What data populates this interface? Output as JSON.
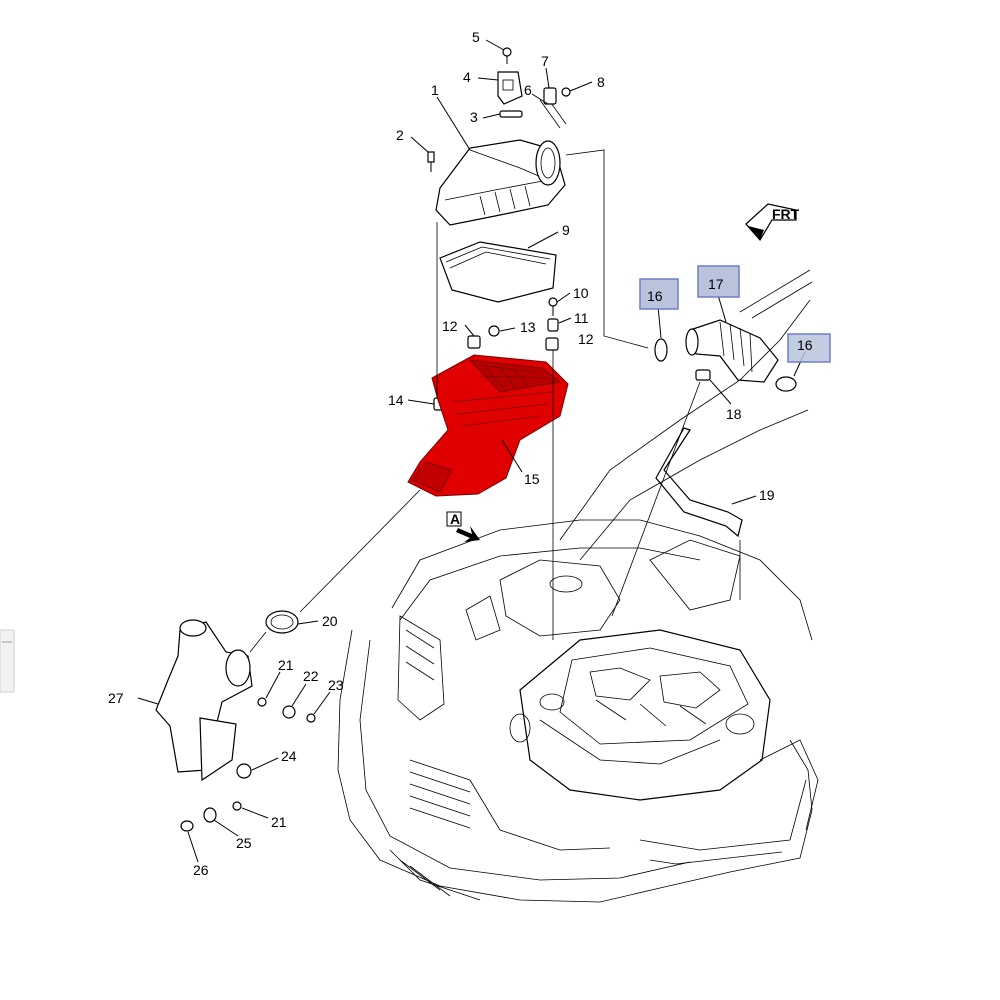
{
  "colors": {
    "highlight_part": "#e00000",
    "callout_highlight": "#b9c4dc",
    "line": "#000000",
    "background": "#ffffff"
  },
  "callouts": {
    "c1": "1",
    "c2": "2",
    "c3": "3",
    "c4": "4",
    "c5": "5",
    "c6": "6",
    "c7": "7",
    "c8": "8",
    "c9": "9",
    "c10": "10",
    "c11": "11",
    "c12a": "12",
    "c12b": "12",
    "c13": "13",
    "c14": "14",
    "c15": "15",
    "c16a": "16",
    "c16b": "16",
    "c17": "17",
    "c18": "18",
    "c19": "19",
    "c20": "20",
    "c21a": "21",
    "c21b": "21",
    "c22": "22",
    "c23": "23",
    "c24": "24",
    "c25": "25",
    "c26": "26",
    "c27": "27"
  },
  "view_markers": {
    "front": "FRT",
    "view_a": "A"
  },
  "highlighted_part": "15",
  "boxed_callouts": [
    "16",
    "17",
    "16"
  ]
}
